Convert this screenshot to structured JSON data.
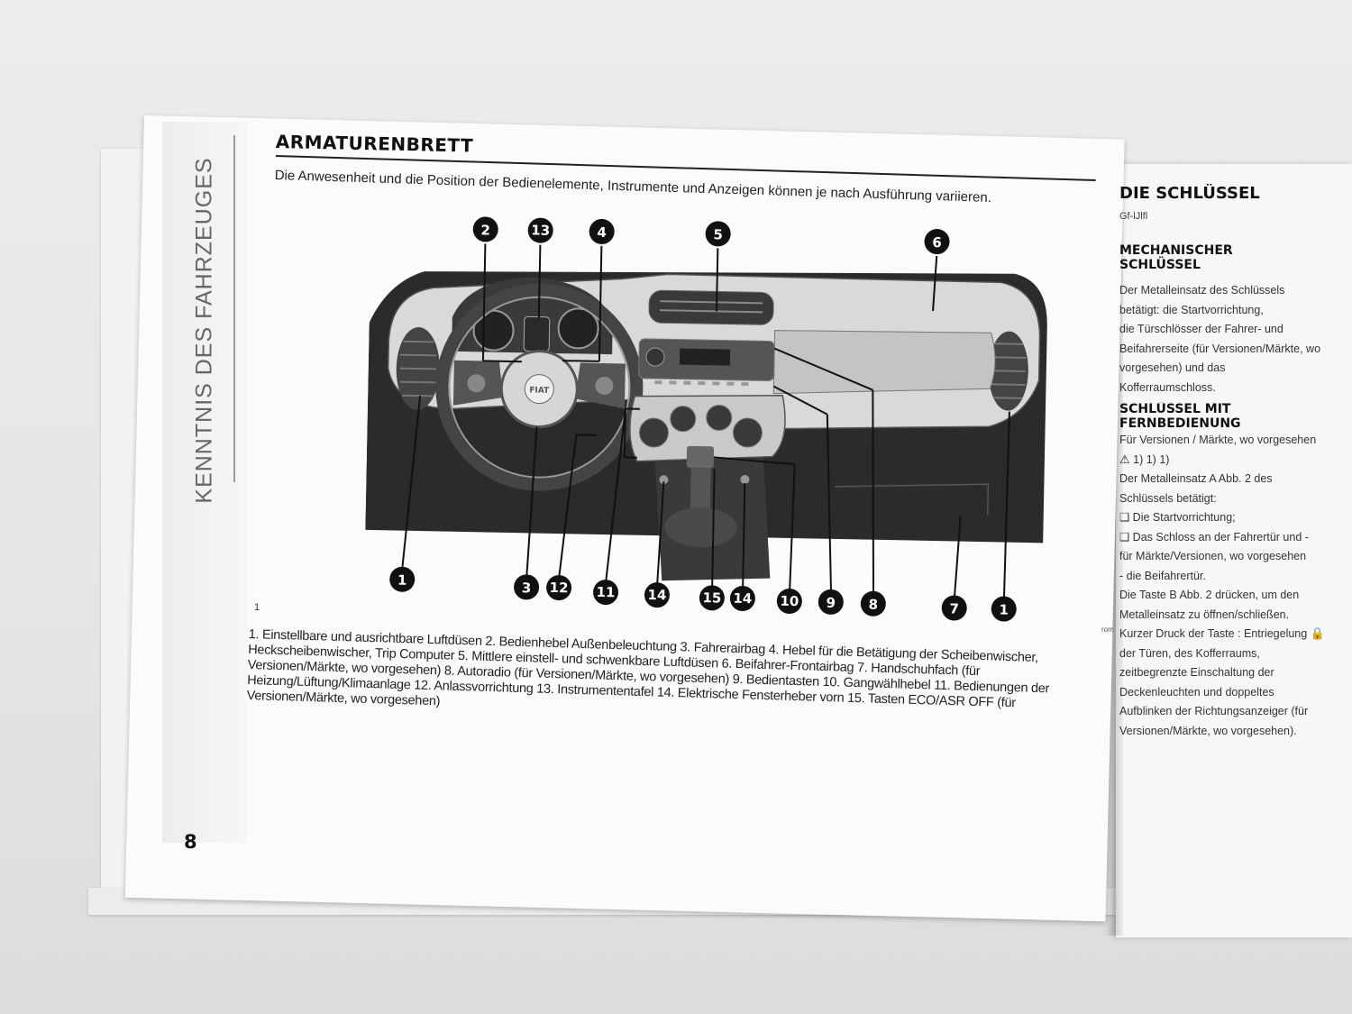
{
  "left_page": {
    "side_tab": "KENNTNIS DES FAHRZEUGES",
    "title": "ARMATURENBRETT",
    "subtitle": "Die Anwesenheit und die Position der Bedienelemente, Instrumente und Anzeigen können je nach Ausführung variieren.",
    "figure_number": "1",
    "callouts_top": [
      "2",
      "13",
      "4",
      "5",
      "6"
    ],
    "callouts_bottom": [
      "1",
      "3",
      "12",
      "11",
      "14",
      "15",
      "14",
      "10",
      "9",
      "8",
      "7",
      "1"
    ],
    "logo_text": "FIAT",
    "caption_lines": [
      "1. Einstellbare und ausrichtbare Luftdüsen 2. Bedienhebel Außenbeleuchtung 3. Fahrerairbag 4. Hebel für die Betätigung der Scheibenwischer,",
      "Heckscheibenwischer, Trip Computer 5. Mittlere einstell- und schwenkbare Luftdüsen 6. Beifahrer-Frontairbag 7. Handschuhfach (für",
      "Versionen/Märkte, wo vorgesehen) 8. Autoradio (für Versionen/Märkte, wo vorgesehen) 9. Bedientasten 10. Gangwählhebel 11. Bedienungen der",
      "Heizung/Lüftung/Klimaanlage 12. Anlassvorrichtung 13. Instrumententafel 14. Elektrische Fensterheber vorn 15. Tasten ECO/ASR OFF (für",
      "Versionen/Märkte, wo vorgesehen)"
    ],
    "page_number": "8"
  },
  "right_page": {
    "title": "DIE SCHLÜSSEL",
    "intro_fragment": "Gf-lJlfl",
    "section1_title": [
      "MECHANISCHER",
      "SCHLÜSSEL"
    ],
    "section1_lines": [
      "Der Metalleinsatz des Schlüssels",
      "betätigt: die Startvorrichtung,",
      "die Türschlösser der Fahrer- und",
      "Beifahrerseite (für Versionen/Märkte, wo",
      "vorgesehen) und das",
      "Kofferraumschloss."
    ],
    "section2_title": [
      "SCHLÜSSEL MIT",
      "FERNBEDIENUNG"
    ],
    "section2_lines": [
      "Für Versionen / Märkte, wo vorgesehen",
      "Der Metalleinsatz A Abb. 2 des",
      "Schlüssels betätigt:",
      "❑ Die Startvorrichtung;",
      "❑ Das Schloss an der Fahrertür und -",
      "für Märkte/Versionen, wo vorgesehen",
      "- die Beifahrertür.",
      "Die Taste B Abb. 2 drücken, um den",
      "Metalleinsatz zu öffnen/schließen.",
      "Kurzer Druck der Taste : Entriegelung",
      "der Türen, des Kofferraums,",
      "zeitbegrenzte Einschaltung der",
      "Deckenleuchten und doppeltes",
      "Aufblinken der Richtungsanzeiger (für",
      "Versionen/Märkte, wo vorgesehen)."
    ],
    "warning_icons": "1)  1)  1)",
    "margin_note": "rom"
  }
}
